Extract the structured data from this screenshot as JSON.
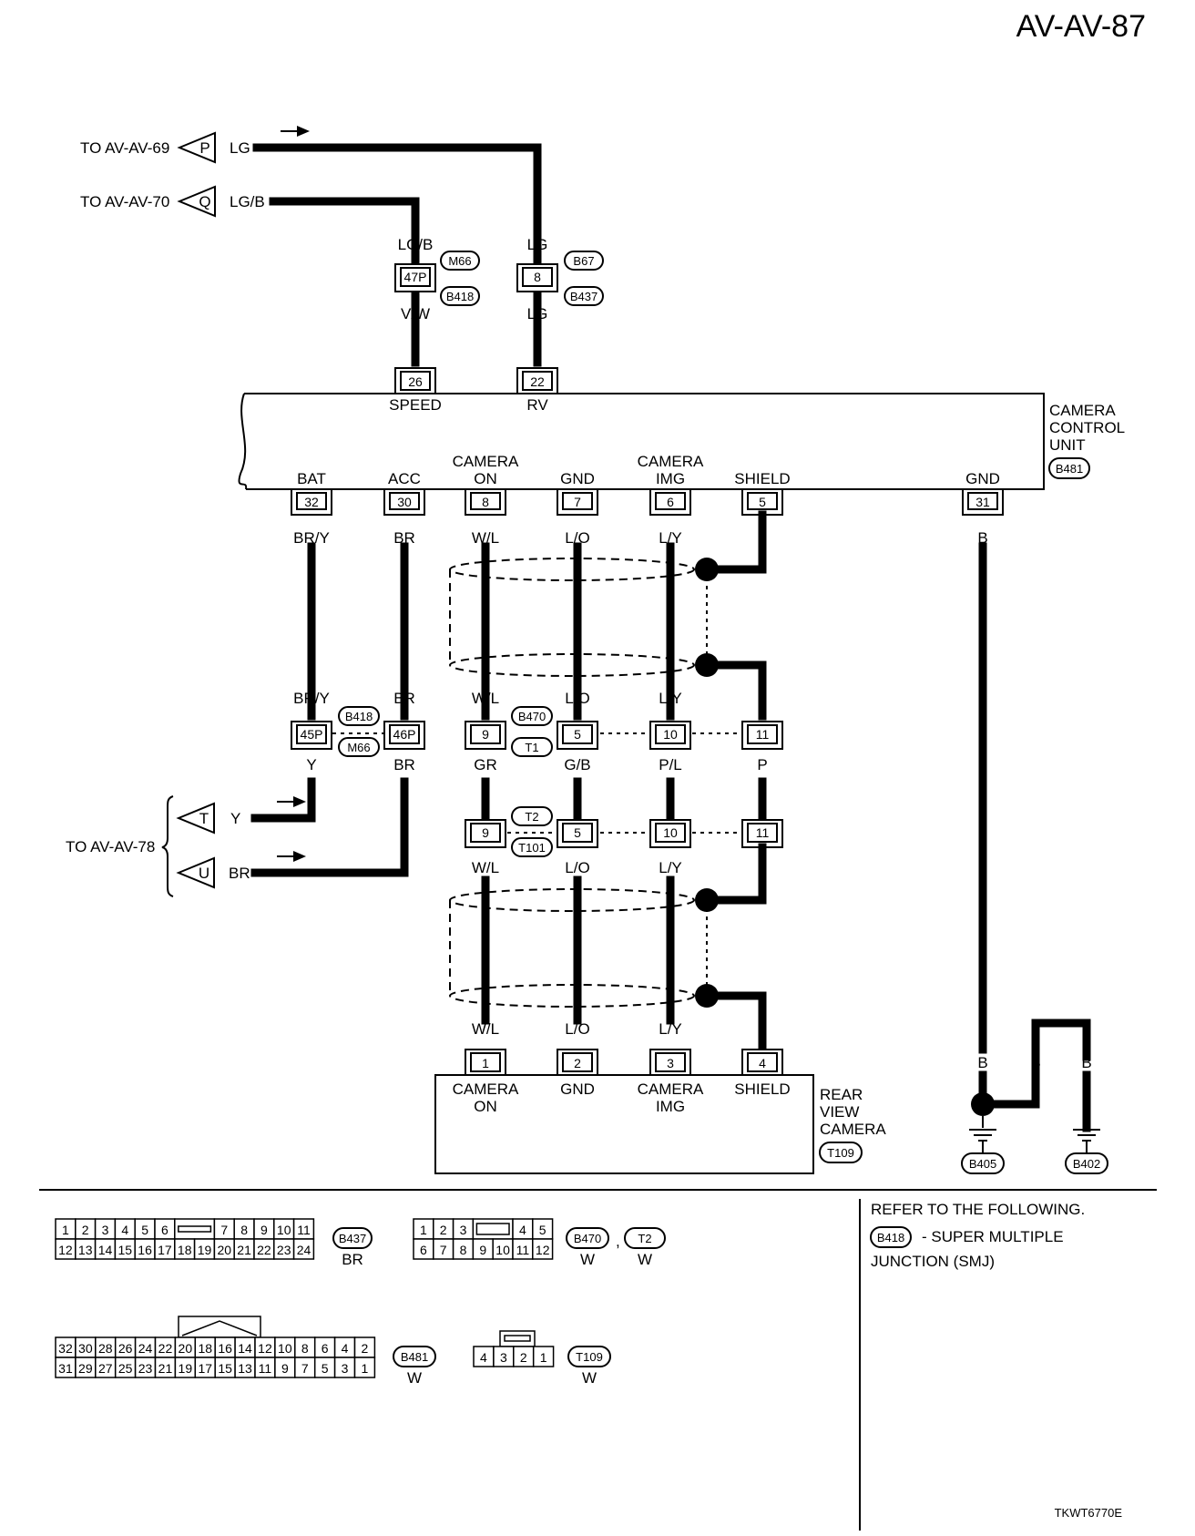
{
  "page_ref": "AV-AV-87",
  "footer_code": "TKWT6770E",
  "colors": {
    "ink": "#000000",
    "paper": "#ffffff"
  },
  "ccu": {
    "name_lines": [
      "CAMERA",
      "CONTROL",
      "UNIT"
    ],
    "connector": "B481",
    "top_pins": [
      {
        "pin": "26",
        "label": "SPEED"
      },
      {
        "pin": "22",
        "label": "RV"
      }
    ],
    "bottom_pins": [
      {
        "pin": "32",
        "label": "BAT"
      },
      {
        "pin": "30",
        "label": "ACC"
      },
      {
        "pin": "8",
        "label_lines": [
          "CAMERA",
          "ON"
        ]
      },
      {
        "pin": "7",
        "label": "GND"
      },
      {
        "pin": "6",
        "label_lines": [
          "CAMERA",
          "IMG"
        ]
      },
      {
        "pin": "5",
        "label": "SHIELD"
      },
      {
        "pin": "31",
        "label": "GND"
      }
    ]
  },
  "offpage": [
    {
      "text": "TO AV-AV-69",
      "letter": "P",
      "wire": "LG"
    },
    {
      "text": "TO AV-AV-70",
      "letter": "Q",
      "wire": "LG/B"
    },
    {
      "text": "TO AV-AV-78",
      "letter": "T",
      "wire": "Y"
    },
    {
      "text": "",
      "letter": "U",
      "wire": "BR"
    }
  ],
  "upper_connectors": [
    {
      "pin": "47P",
      "above": "LG/B",
      "below": "V/W",
      "ids": [
        "M66",
        "B418"
      ]
    },
    {
      "pin": "8",
      "above": "LG",
      "below": "LG",
      "ids": [
        "B67",
        "B437"
      ]
    }
  ],
  "wires_top": [
    "BR/Y",
    "BR",
    "W/L",
    "L/O",
    "L/Y",
    "B"
  ],
  "mid_row1": {
    "above": [
      "BR/Y",
      "BR",
      "W/L",
      "L/O",
      "L/Y"
    ],
    "pins": [
      "45P",
      "46P",
      "9",
      "5",
      "10",
      "11"
    ],
    "below": [
      "Y",
      "BR",
      "GR",
      "G/B",
      "P/L",
      "P"
    ],
    "ids_left": [
      "B418",
      "M66"
    ],
    "ids_right": [
      "B470",
      "T1"
    ]
  },
  "mid_row2": {
    "pins": [
      "9",
      "5",
      "10",
      "11"
    ],
    "below": [
      "W/L",
      "L/O",
      "L/Y"
    ],
    "ids": [
      "T2",
      "T101"
    ]
  },
  "camera": {
    "above": [
      "W/L",
      "L/O",
      "L/Y"
    ],
    "pins": [
      {
        "pin": "1",
        "label_lines": [
          "CAMERA",
          "ON"
        ]
      },
      {
        "pin": "2",
        "label_lines": [
          "GND"
        ]
      },
      {
        "pin": "3",
        "label_lines": [
          "CAMERA",
          "IMG"
        ]
      },
      {
        "pin": "4",
        "label_lines": [
          "SHIELD"
        ]
      }
    ],
    "name_lines": [
      "REAR",
      "VIEW",
      "CAMERA"
    ],
    "connector": "T109"
  },
  "grounds": {
    "wire_labels": [
      "B",
      "B",
      "B"
    ],
    "ids": [
      "B405",
      "B402"
    ]
  },
  "legend": {
    "c1": {
      "row1": [
        "1",
        "2",
        "3",
        "4",
        "5",
        "6",
        "",
        "7",
        "8",
        "9",
        "10",
        "11"
      ],
      "row2": [
        "12",
        "13",
        "14",
        "15",
        "16",
        "17",
        "18",
        "19",
        "20",
        "21",
        "22",
        "23",
        "24"
      ],
      "id": "B437",
      "color": "BR"
    },
    "c2": {
      "row1": [
        "1",
        "2",
        "3",
        "",
        "4",
        "5"
      ],
      "row2": [
        "6",
        "7",
        "8",
        "9",
        "10",
        "11",
        "12"
      ],
      "ids": [
        "B470",
        "T2"
      ],
      "colors": [
        "W",
        "W"
      ],
      "sep": ","
    },
    "c3": {
      "row1": [
        "32",
        "30",
        "28",
        "26",
        "24",
        "22",
        "20",
        "18",
        "16",
        "14",
        "12",
        "10",
        "8",
        "6",
        "4",
        "2"
      ],
      "row2": [
        "31",
        "29",
        "27",
        "25",
        "23",
        "21",
        "19",
        "17",
        "15",
        "13",
        "11",
        "9",
        "7",
        "5",
        "3",
        "1"
      ],
      "id": "B481",
      "color": "W"
    },
    "c4": {
      "row": [
        "4",
        "3",
        "2",
        "1"
      ],
      "id": "T109",
      "color": "W"
    }
  },
  "note": {
    "title": "REFER TO THE FOLLOWING.",
    "id": "B418",
    "text1": "- SUPER MULTIPLE",
    "text2": "JUNCTION (SMJ)"
  }
}
